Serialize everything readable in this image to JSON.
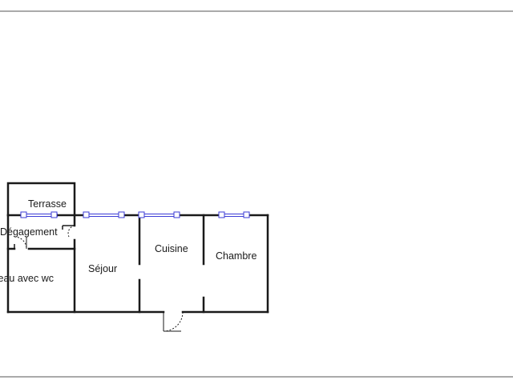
{
  "plan": {
    "rooms": {
      "terrasse": "Terrasse",
      "degagement": "Dégagement",
      "salle_eau": "Salle d'eau avec wc",
      "sejour": "Séjour",
      "cuisine": "Cuisine",
      "chambre": "Chambre"
    }
  },
  "colors": {
    "wall": "#1a1a1a",
    "window": "#3b3bd6",
    "frame": "#555555"
  }
}
